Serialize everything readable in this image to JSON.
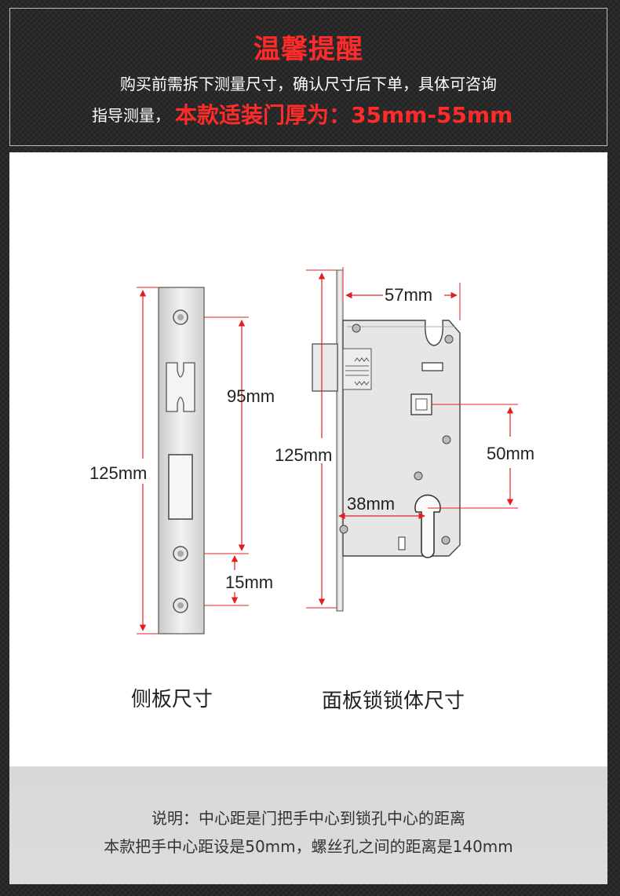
{
  "notice": {
    "title": "温馨提醒",
    "line1": "购买前需拆下测量尺寸，确认尺寸后下单，具体可咨询",
    "line2_prefix": "指导测量，",
    "line2_highlight": "本款适装门厚为：35mm-55mm"
  },
  "side_plate": {
    "caption": "侧板尺寸",
    "dim_total": "125mm",
    "dim_top": "95mm",
    "dim_bottom": "15mm"
  },
  "lock_body": {
    "caption": "面板锁锁体尺寸",
    "dim_width": "57mm",
    "dim_total": "125mm",
    "dim_center": "50mm",
    "dim_backset": "38mm"
  },
  "footer": {
    "line1": "说明：中心距是门把手中心到锁孔中心的距离",
    "line2": "本款把手中心距设是50mm，螺丝孔之间的距离是140mm"
  },
  "colors": {
    "highlight": "#ff2a2a",
    "dimension_line": "#e02020"
  }
}
